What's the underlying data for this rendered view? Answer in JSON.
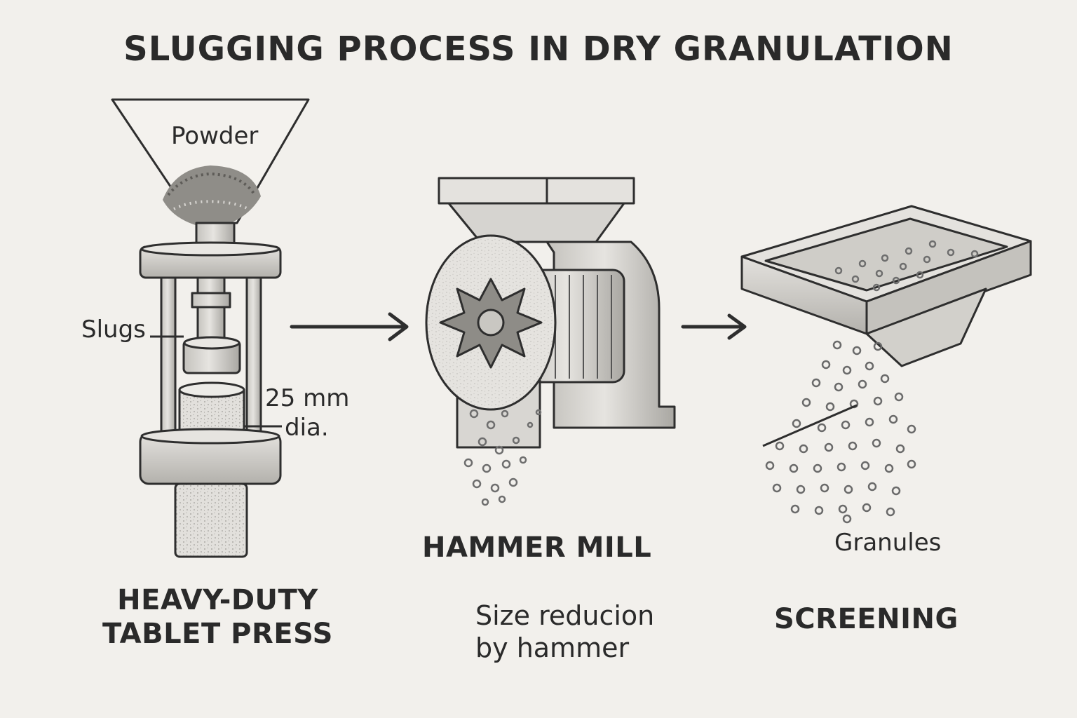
{
  "title": "SLUGGING PROCESS IN DRY GRANULATION",
  "labels": {
    "powder": "Powder",
    "slugs": "Slugs",
    "diameter_line1": "25 mm",
    "diameter_line2": "dia.",
    "granules": "Granules"
  },
  "stages": {
    "press": "HEAVY-DUTY\nTABLET PRESS",
    "mill": "HAMMER MILL",
    "mill_note": "Size reducion\nby hammer",
    "screen": "SCREENING"
  },
  "colors": {
    "background": "#f2f0ec",
    "ink": "#2e2e2e",
    "metal_light": "#dcdad6",
    "metal_mid": "#b9b7b2",
    "granule": "#6e6e6e"
  }
}
